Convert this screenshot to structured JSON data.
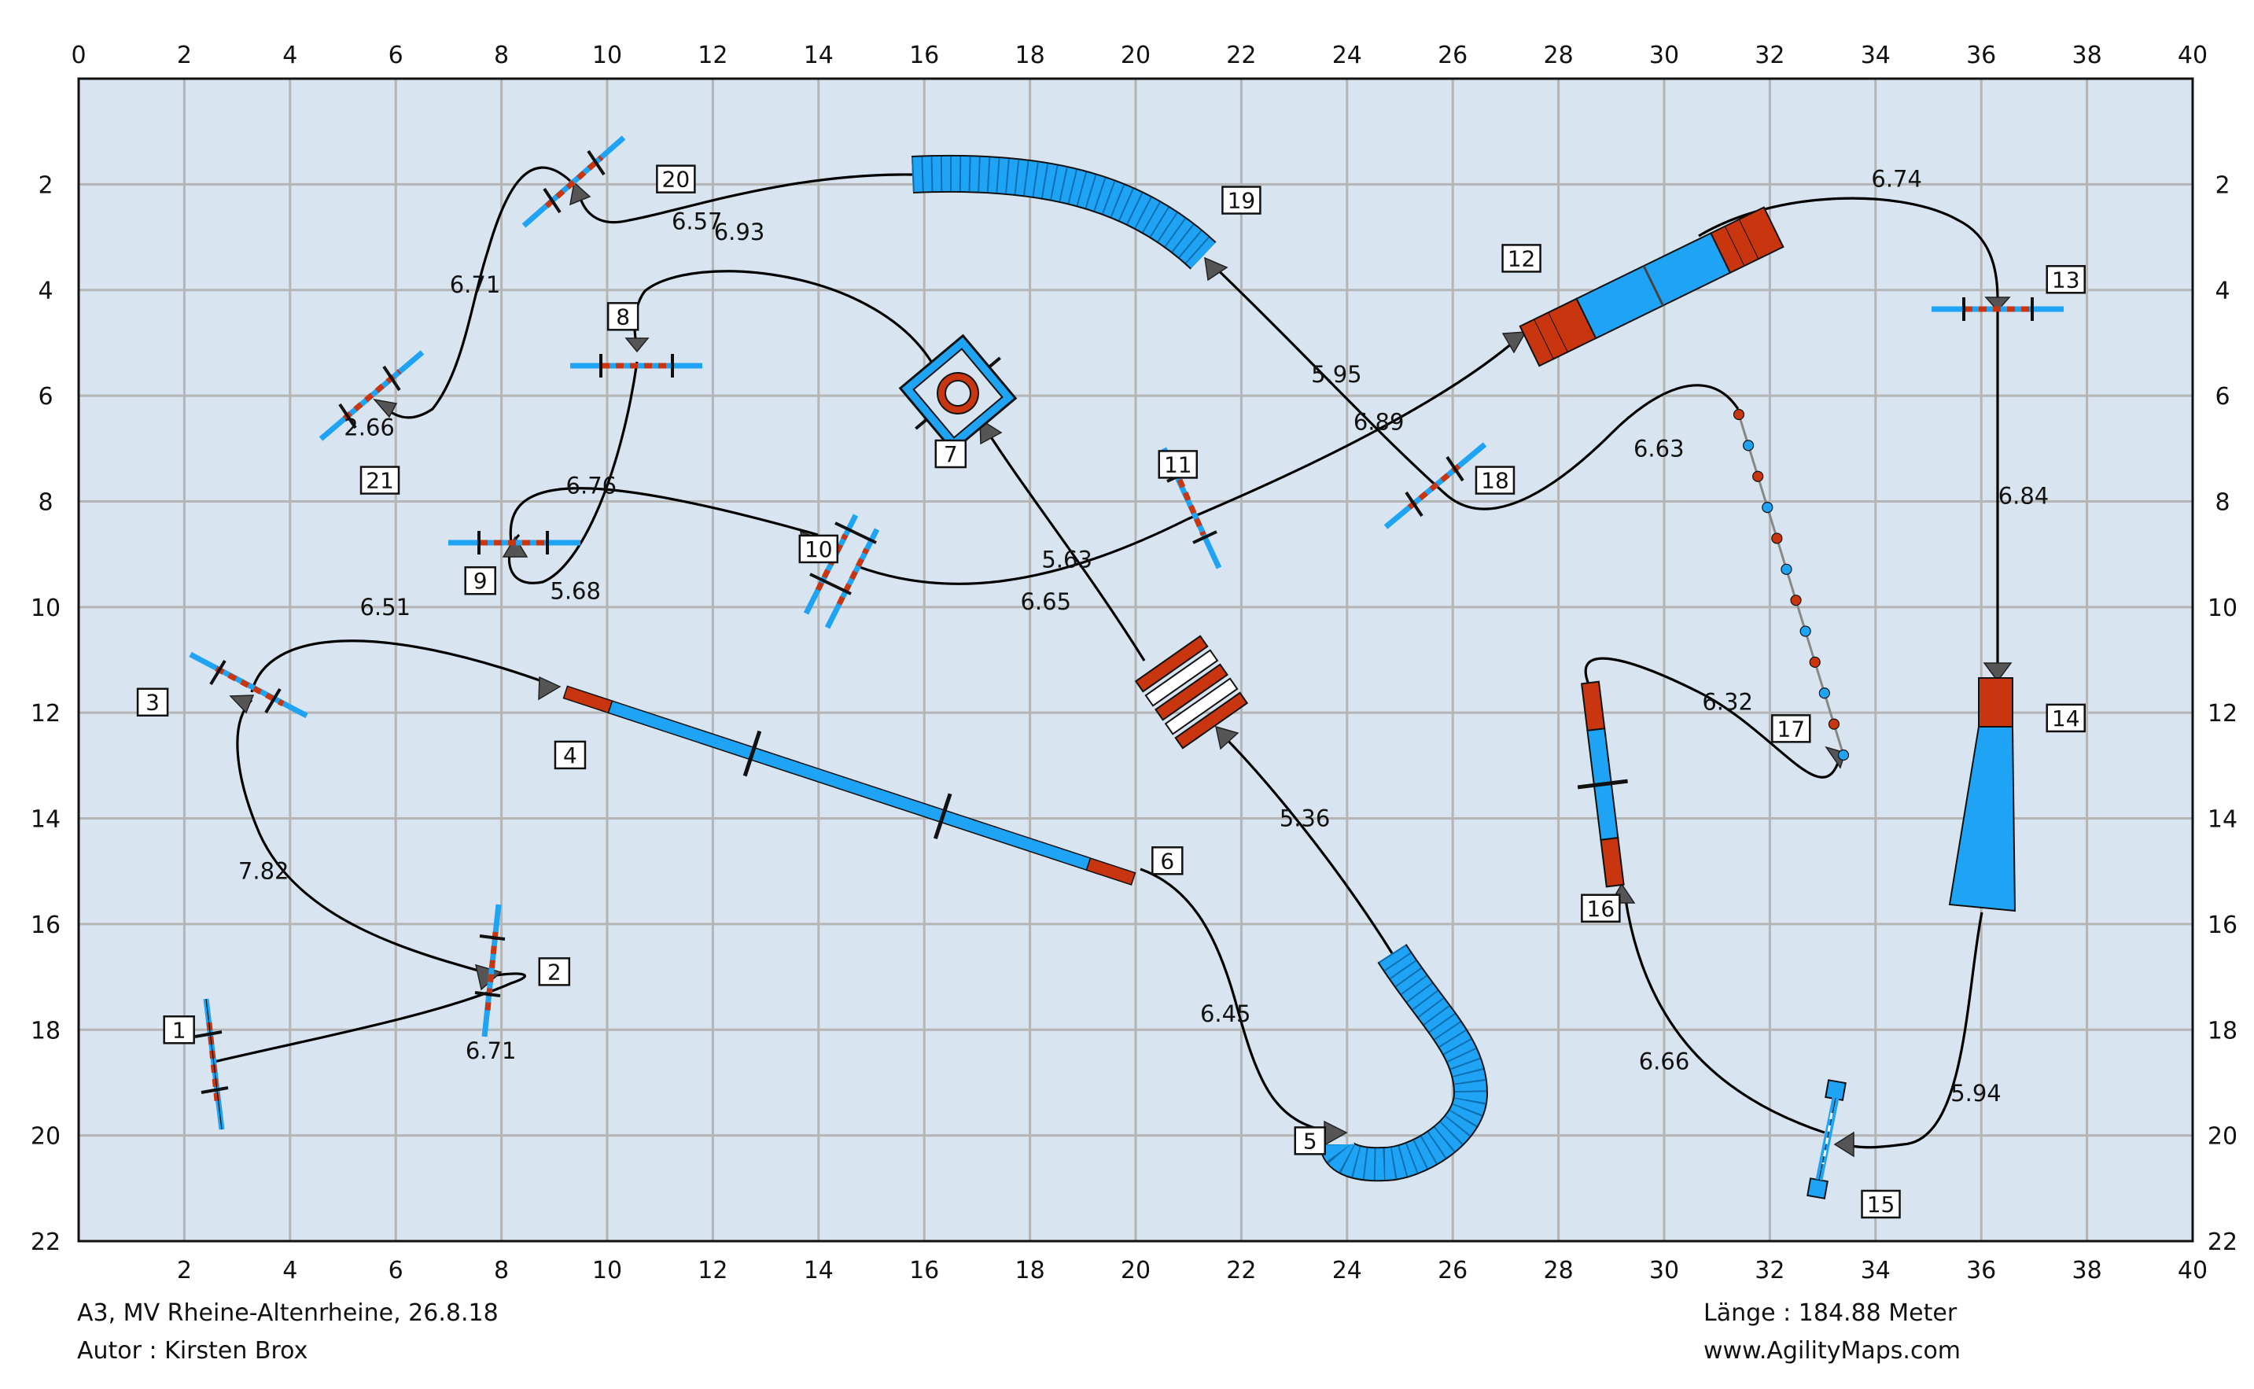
{
  "course": {
    "axis_x_ticks": [
      0,
      2,
      4,
      6,
      8,
      10,
      12,
      14,
      16,
      18,
      20,
      22,
      24,
      26,
      28,
      30,
      32,
      34,
      36,
      38,
      40
    ],
    "axis_y_ticks": [
      2,
      4,
      6,
      8,
      10,
      12,
      14,
      16,
      18,
      20,
      22
    ],
    "axis_x_bottom_ticks": [
      2,
      4,
      6,
      8,
      10,
      12,
      14,
      16,
      18,
      20,
      22,
      24,
      26,
      28,
      30,
      32,
      34,
      36,
      38,
      40
    ],
    "arena_size_m": [
      40,
      22
    ],
    "numbers": [
      {
        "label": "1",
        "at": [
          1.9,
          18.0
        ]
      },
      {
        "label": "2",
        "at": [
          9.0,
          16.9
        ]
      },
      {
        "label": "3",
        "at": [
          1.4,
          11.8
        ]
      },
      {
        "label": "4",
        "at": [
          9.3,
          12.8
        ]
      },
      {
        "label": "5",
        "at": [
          23.3,
          20.1
        ]
      },
      {
        "label": "6",
        "at": [
          20.6,
          14.8
        ]
      },
      {
        "label": "7",
        "at": [
          16.5,
          7.1
        ]
      },
      {
        "label": "8",
        "at": [
          10.3,
          4.5
        ]
      },
      {
        "label": "9",
        "at": [
          7.6,
          9.5
        ]
      },
      {
        "label": "10",
        "at": [
          14.0,
          8.9
        ]
      },
      {
        "label": "11",
        "at": [
          20.8,
          7.3
        ]
      },
      {
        "label": "12",
        "at": [
          27.3,
          3.4
        ]
      },
      {
        "label": "13",
        "at": [
          37.6,
          3.8
        ]
      },
      {
        "label": "14",
        "at": [
          37.6,
          12.1
        ]
      },
      {
        "label": "15",
        "at": [
          34.1,
          21.3
        ]
      },
      {
        "label": "16",
        "at": [
          28.8,
          15.7
        ]
      },
      {
        "label": "17",
        "at": [
          32.4,
          12.3
        ]
      },
      {
        "label": "18",
        "at": [
          26.8,
          7.6
        ]
      },
      {
        "label": "19",
        "at": [
          22.0,
          2.3
        ]
      },
      {
        "label": "20",
        "at": [
          11.3,
          1.9
        ]
      },
      {
        "label": "21",
        "at": [
          5.7,
          7.6
        ]
      }
    ],
    "distances": [
      {
        "label": "6.71",
        "at": [
          7.8,
          18.4
        ]
      },
      {
        "label": "7.82",
        "at": [
          3.5,
          15.0
        ]
      },
      {
        "label": "6.51",
        "at": [
          5.8,
          10.0
        ]
      },
      {
        "label": "6.45",
        "at": [
          21.7,
          17.7
        ]
      },
      {
        "label": "5.36",
        "at": [
          23.2,
          14.0
        ]
      },
      {
        "label": "5.63",
        "at": [
          18.7,
          9.1
        ]
      },
      {
        "label": "6.76",
        "at": [
          9.7,
          7.7
        ]
      },
      {
        "label": "5.68",
        "at": [
          9.4,
          9.7
        ]
      },
      {
        "label": "6.65",
        "at": [
          18.3,
          9.9
        ]
      },
      {
        "label": "6.89",
        "at": [
          24.6,
          6.5
        ]
      },
      {
        "label": "6.74",
        "at": [
          34.4,
          1.9
        ]
      },
      {
        "label": "6.84",
        "at": [
          36.8,
          7.9
        ]
      },
      {
        "label": "5.94",
        "at": [
          35.9,
          19.2
        ]
      },
      {
        "label": "6.66",
        "at": [
          30.0,
          18.6
        ]
      },
      {
        "label": "6.32",
        "at": [
          31.2,
          11.8
        ]
      },
      {
        "label": "6.63",
        "at": [
          29.9,
          7.0
        ]
      },
      {
        "label": "5.95",
        "at": [
          23.8,
          5.6
        ]
      },
      {
        "label": "6.93",
        "at": [
          12.5,
          2.9
        ]
      },
      {
        "label": "6.57",
        "at": [
          11.7,
          2.7
        ]
      },
      {
        "label": "6.71",
        "at": [
          7.5,
          3.9
        ]
      },
      {
        "label": "2.66",
        "at": [
          5.5,
          6.6
        ]
      }
    ],
    "equipment": [
      {
        "type": "hurdle",
        "id": "jump-1",
        "from": [
          2.8,
          17.3
        ],
        "to": [
          3.2,
          20.0
        ]
      },
      {
        "type": "hurdle",
        "id": "jump-2",
        "from": [
          8.2,
          15.8
        ],
        "to": [
          7.9,
          18.2
        ]
      },
      {
        "type": "hurdle",
        "id": "jump-3",
        "from": [
          2.6,
          11.0
        ],
        "to": [
          4.6,
          12.0
        ]
      },
      {
        "type": "dogwalk",
        "id": "dogwalk-4",
        "from": [
          9.8,
          11.7
        ],
        "to": [
          20.3,
          15.1
        ]
      },
      {
        "type": "tunnel",
        "id": "tunnel-5",
        "path": [
          [
            25.0,
            17.7
          ],
          [
            26.0,
            18.9
          ],
          [
            26.5,
            20.0
          ],
          [
            25.4,
            20.8
          ],
          [
            24.2,
            20.4
          ]
        ]
      },
      {
        "type": "table",
        "id": "weaves-6",
        "at": [
          21.0,
          12.0
        ]
      },
      {
        "type": "tire",
        "id": "tire-7",
        "at": [
          17.0,
          6.0
        ]
      },
      {
        "type": "hurdle",
        "id": "jump-8",
        "from": [
          9.8,
          5.0
        ],
        "to": [
          12.3,
          5.0
        ]
      },
      {
        "type": "hurdle",
        "id": "jump-9",
        "from": [
          7.6,
          8.8
        ],
        "to": [
          10.1,
          8.8
        ]
      },
      {
        "type": "oxer",
        "id": "oxer-10",
        "at": [
          14.7,
          9.0
        ]
      },
      {
        "type": "hurdle",
        "id": "jump-11",
        "from": [
          20.9,
          7.2
        ],
        "to": [
          21.6,
          9.6
        ]
      },
      {
        "type": "seesaw",
        "id": "seesaw-12",
        "from": [
          27.4,
          5.0
        ],
        "to": [
          31.2,
          3.0
        ]
      },
      {
        "type": "hurdle",
        "id": "jump-13",
        "from": [
          35.5,
          4.3
        ],
        "to": [
          38.0,
          4.3
        ]
      },
      {
        "type": "chute",
        "id": "chute-14",
        "at": [
          36.8,
          14.2
        ]
      },
      {
        "type": "hurdle",
        "id": "jump-15",
        "from": [
          33.8,
          20.0
        ],
        "to": [
          33.4,
          21.3
        ]
      },
      {
        "type": "aframe",
        "id": "aframe-16",
        "from": [
          28.9,
          11.5
        ],
        "to": [
          29.4,
          15.2
        ]
      },
      {
        "type": "weaves",
        "id": "weaves-17",
        "from": [
          31.7,
          6.3
        ],
        "to": [
          33.5,
          13.0
        ]
      },
      {
        "type": "hurdle",
        "id": "jump-18",
        "from": [
          24.9,
          8.5
        ],
        "to": [
          26.9,
          7.2
        ]
      },
      {
        "type": "tunnel",
        "id": "tunnel-19",
        "path": [
          [
            16.0,
            1.9
          ],
          [
            18.5,
            2.1
          ],
          [
            20.5,
            2.8
          ],
          [
            21.5,
            3.5
          ]
        ]
      },
      {
        "type": "hurdle",
        "id": "jump-20",
        "from": [
          9.0,
          3.2
        ],
        "to": [
          10.8,
          1.2
        ]
      },
      {
        "type": "hurdle",
        "id": "jump-21",
        "from": [
          5.2,
          6.8
        ],
        "to": [
          7.0,
          5.2
        ]
      }
    ]
  },
  "meta": {
    "title_line": "A3, MV Rheine-Altenrheine, 26.8.18",
    "author_line": "Autor : Kirsten Brox",
    "length_line": "Länge : 184.88 Meter",
    "site_line": "www.AgilityMaps.com"
  },
  "colors": {
    "arena_bg": "#d8e5f0",
    "grid": "#b5b5b5",
    "blue": "#1fa4f5",
    "red": "#c8350f",
    "path": "#000000"
  }
}
